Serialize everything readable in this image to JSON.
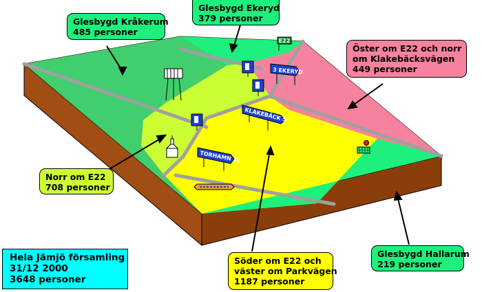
{
  "colors": {
    "glesbygd_green": "#1df07c",
    "oster_pink": "#f5839e",
    "norr_lime": "#ccff33",
    "soder_yellow": "#ffff00",
    "plateau_green": "#41ce6e",
    "side_brown": "#a14d14",
    "road_gray": "#a0a0a0",
    "summary_cyan": "#00ffff",
    "sign_blue": "#1e40d0"
  },
  "callouts": {
    "krakerum": {
      "line1": "Glesbygd Kråkerum",
      "line2": "485 personer"
    },
    "ekeryd": {
      "line1": "Glesbygd Ekeryd",
      "line2": "379 personer"
    },
    "oster": {
      "line1": "Öster om E22 och norr",
      "line2": "om Klakebäcksvägen",
      "line3": "449 personer"
    },
    "norr": {
      "line1": "Norr om E22",
      "line2": "708 personer"
    },
    "soder": {
      "line1": "Söder om E22 och",
      "line2": "väster om Parkvägen",
      "line3": "1187 personer"
    },
    "hallarum": {
      "line1": "Glesbygd Hallarum",
      "line2": "219 personer"
    }
  },
  "summary": {
    "line1": "Hela Jämjö församling",
    "line2": "31/12 2000",
    "line3": "3648 personer"
  },
  "signs": {
    "e22": "E22",
    "ekeryd": "3 EKERYD",
    "klakeback": "KLAKEBÄCK 5",
    "torhamn": "TORHAMN 12"
  },
  "icons": [
    "water-tower-icon",
    "gas-station-icon",
    "church-icon",
    "sports-ground-icon",
    "school-icon"
  ]
}
